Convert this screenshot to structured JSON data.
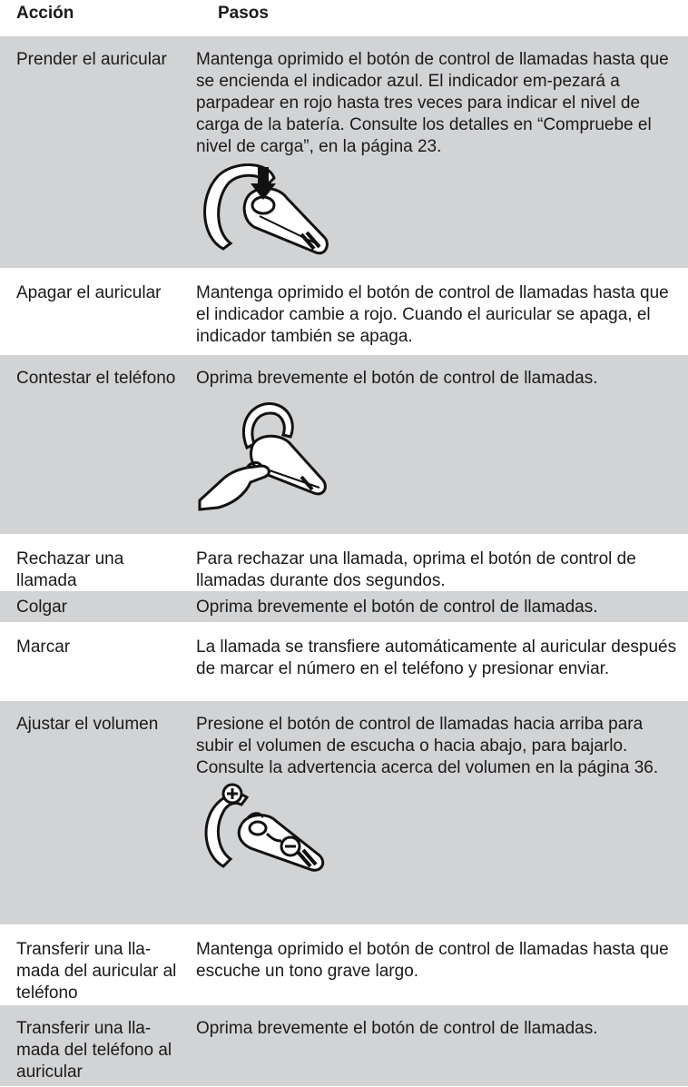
{
  "header": {
    "col_action": "Acción",
    "col_steps": "Pasos"
  },
  "rows": [
    {
      "action": "Prender el auricular",
      "steps": "Mantenga oprimido el botón de control de llamadas hasta que se encienda el indicador azul. El indicador em-pezará a parpadear en rojo hasta tres veces para indicar el nivel de carga de la batería. Consulte los detalles en “Compruebe el nivel de carga”, en la página 23."
    },
    {
      "action": "Apagar el auricular",
      "steps": "Mantenga oprimido el botón de control de llamadas hasta que el indicador cambie a rojo. Cuando el auricular se apaga, el indicador también se apaga."
    },
    {
      "action": "Contestar el teléfono",
      "steps": "Oprima brevemente el botón de control de llamadas."
    },
    {
      "action": "Rechazar una llamada",
      "steps": "Para rechazar una llamada, oprima el botón de control de llamadas durante dos segundos."
    },
    {
      "action": "Colgar",
      "steps": "Oprima brevemente el botón de control de llamadas."
    },
    {
      "action": "Marcar",
      "steps": "La llamada se transfiere automáticamente al auricular después de marcar el número en el teléfono y presionar enviar."
    },
    {
      "action": "Ajustar el volumen",
      "steps": "Presione el botón de control de llamadas hacia arriba para subir el volumen de escucha o hacia abajo, para bajarlo. Consulte la advertencia acerca del volumen en la página 36."
    },
    {
      "action": "Transferir una lla-mada del auricular al teléfono",
      "steps": "Mantenga oprimido el botón de control de llamadas hasta que escuche un tono grave largo."
    },
    {
      "action": "Transferir una lla-mada del teléfono al auricular",
      "steps": "Oprima brevemente el botón de control de llamadas."
    }
  ],
  "colors": {
    "row_gray": "#d2d3d5",
    "text": "#1a1a1a"
  },
  "illustrations": [
    "headset-power-on-icon",
    "headset-answer-finger-icon",
    "headset-volume-plus-minus-icon"
  ]
}
